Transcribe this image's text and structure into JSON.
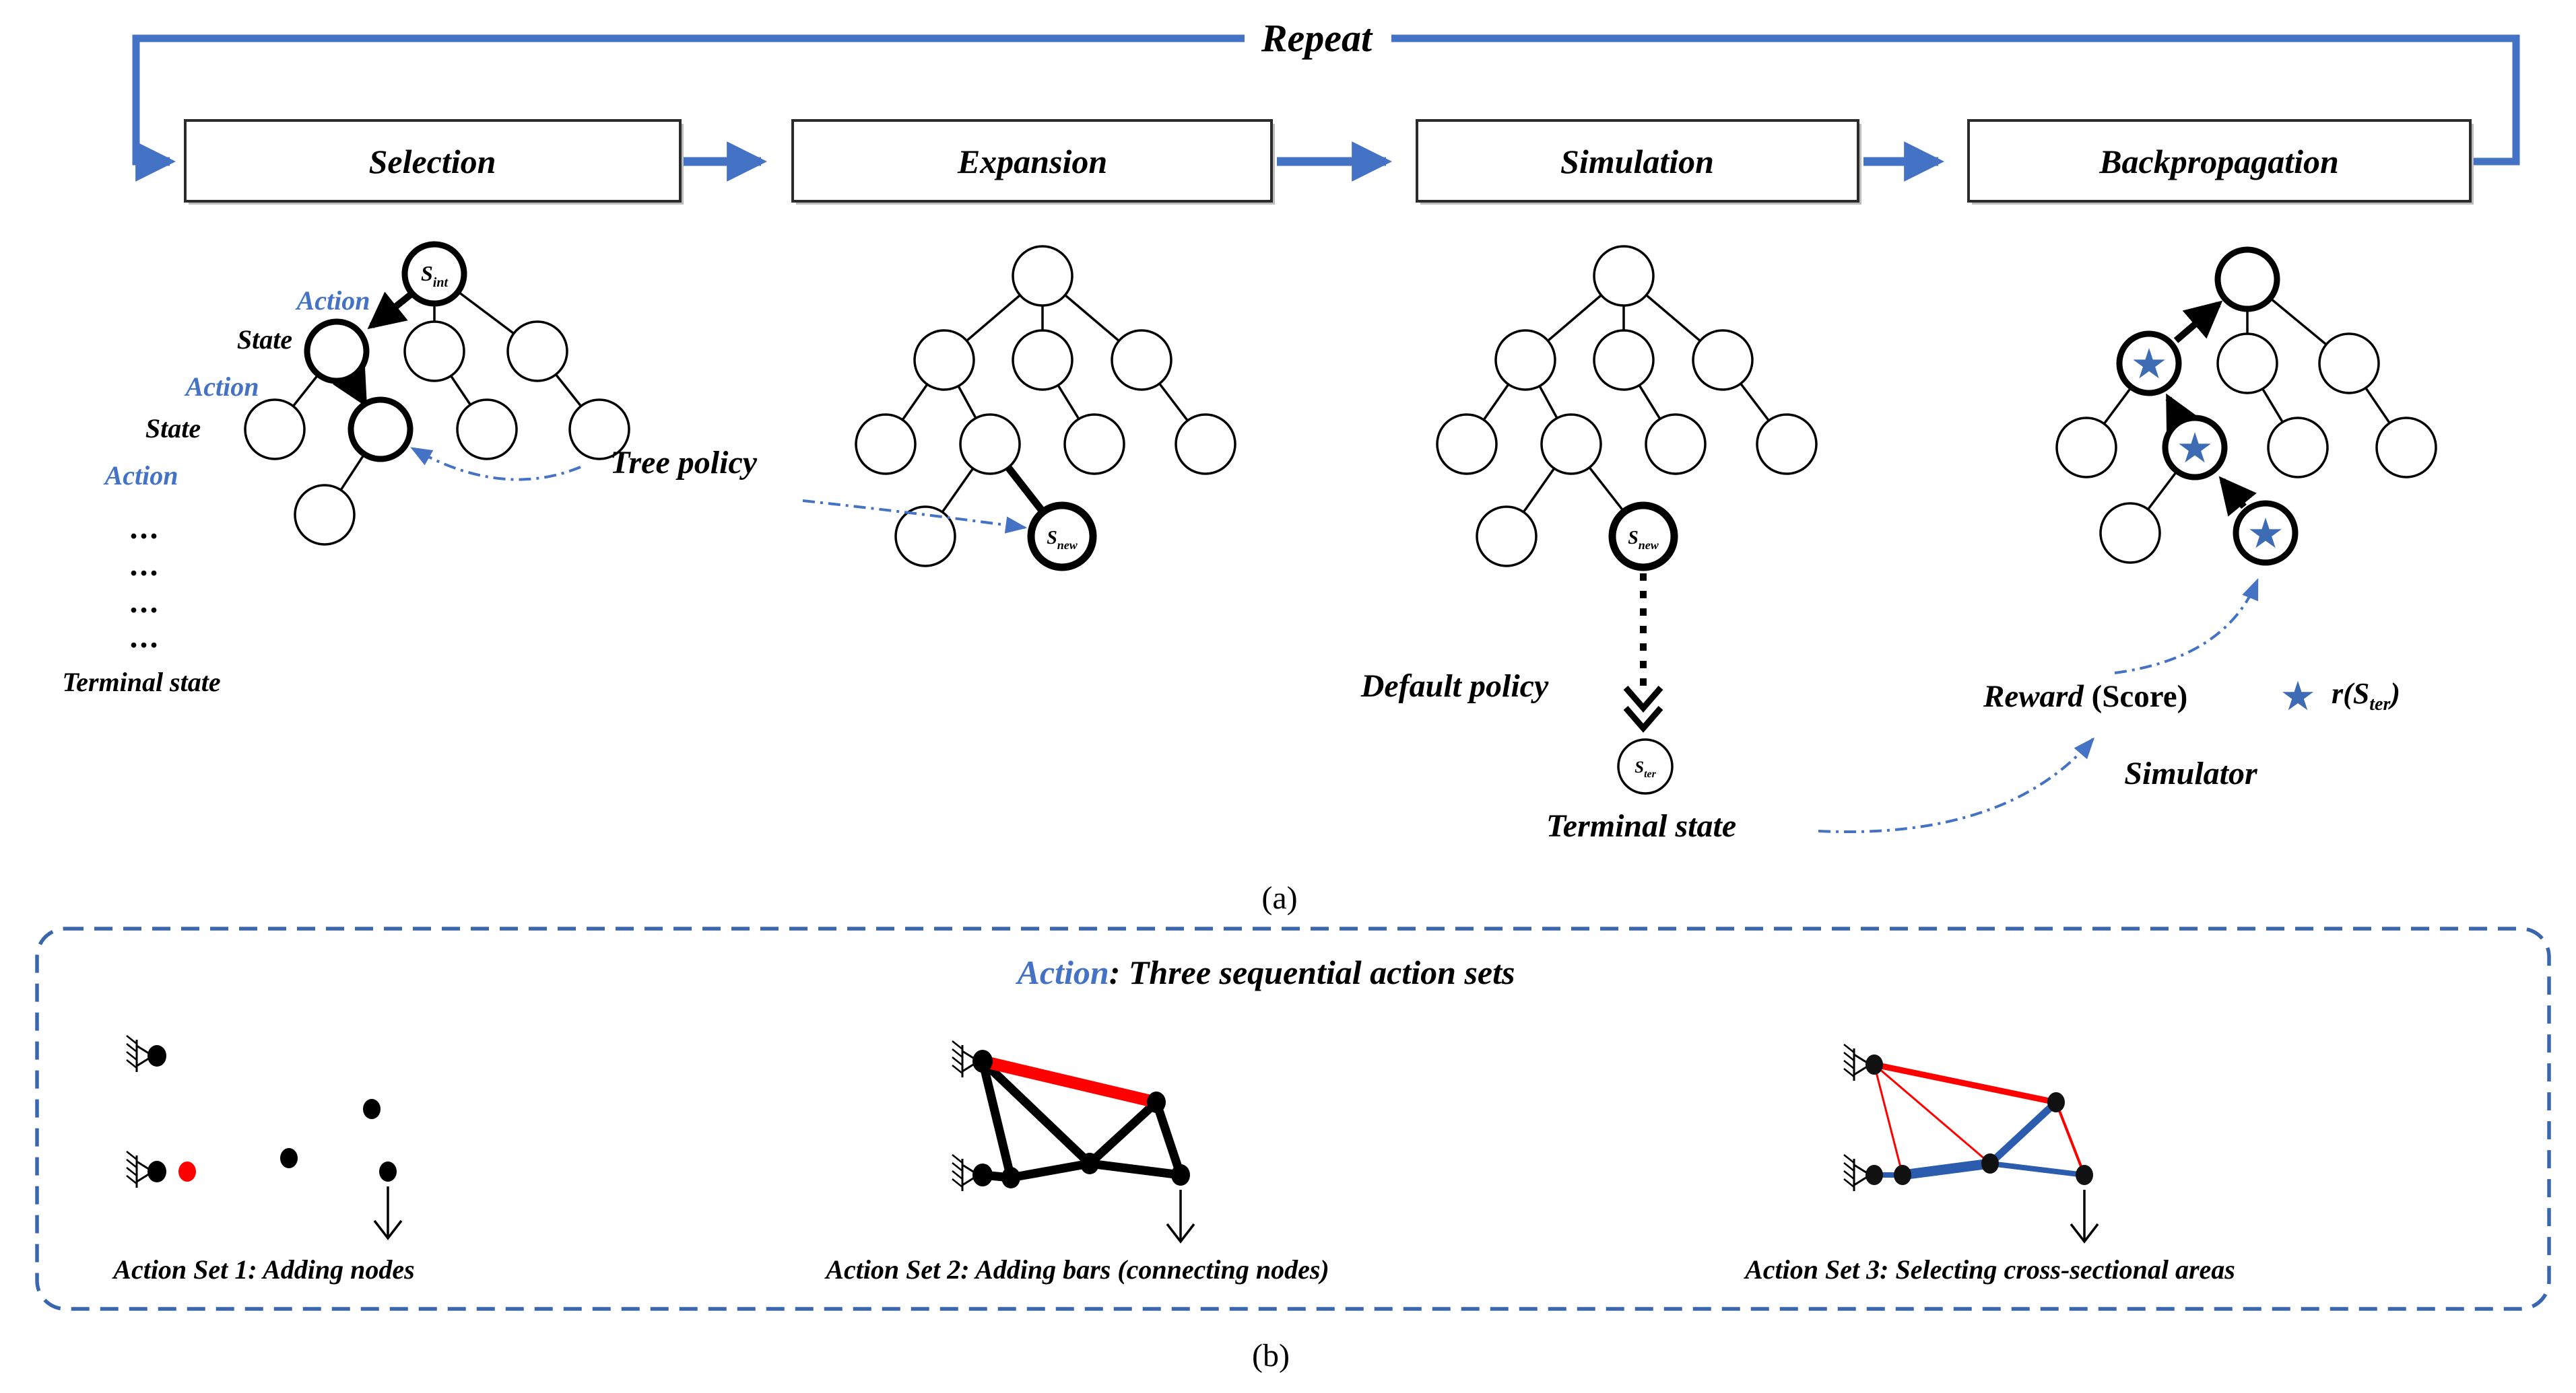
{
  "header": {
    "repeat": "Repeat",
    "phases": [
      "Selection",
      "Expansion",
      "Simulation",
      "Backpropagation"
    ]
  },
  "sel": {
    "root": {
      "base": "S",
      "sub": "int"
    },
    "action": "Action",
    "state": "State",
    "dots": "...",
    "terminal": "Terminal state"
  },
  "exp": {
    "tree_policy": "Tree policy",
    "node": {
      "base": "S",
      "sub": "new"
    }
  },
  "sim": {
    "default_policy": "Default policy",
    "node": {
      "base": "S",
      "sub": "new"
    },
    "terminal_node": {
      "base": "S",
      "sub": "ter"
    },
    "terminal": "Terminal state"
  },
  "bp": {
    "reward_italic": "Reward",
    "reward_bold": " (Score)",
    "star": "★",
    "rfn": {
      "pre": "r(S",
      "sub": "ter",
      "post": ")"
    },
    "simulator": "Simulator"
  },
  "labels": {
    "a": "(a)",
    "b": "(b)"
  },
  "panelb": {
    "title_accent": "Action",
    "title_rest": ": Three sequential action sets",
    "captions": [
      "Action Set 1: Adding nodes",
      "Action Set 2: Adding bars (connecting nodes)",
      "Action Set 3: Selecting cross-sectional areas"
    ]
  },
  "colors": {
    "flow_blue": "#4472C4",
    "star_blue": "#3D6CB5",
    "bar_red": "#FF0000",
    "bar_blue": "#2B5CAD",
    "dashed_border_blue": "#3A66B0"
  }
}
